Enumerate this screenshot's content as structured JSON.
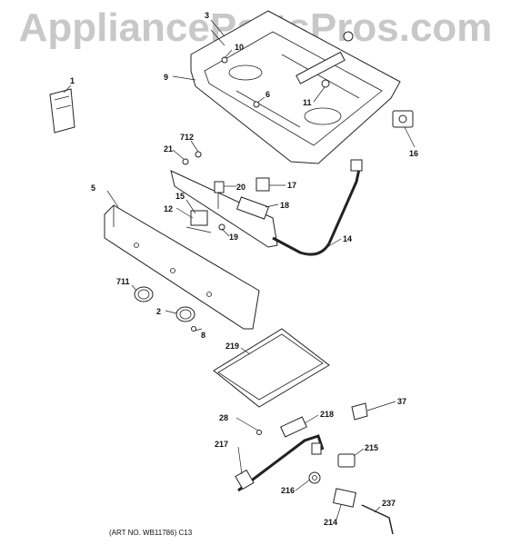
{
  "watermark": "AppliancePartsPros.com",
  "art_number": "(ART NO. WB11786) C13",
  "callouts": {
    "c1": "1",
    "c2": "2",
    "c3": "3",
    "c5": "5",
    "c6": "6",
    "c8": "8",
    "c9": "9",
    "c10": "10",
    "c11": "11",
    "c12": "12",
    "c14": "14",
    "c15": "15",
    "c16": "16",
    "c17": "17",
    "c18": "18",
    "c19": "19",
    "c20": "20",
    "c21": "21",
    "c28": "28",
    "c37": "37",
    "c214": "214",
    "c215": "215",
    "c216": "216",
    "c217": "217",
    "c218": "218",
    "c219": "219",
    "c237": "237",
    "c711": "711",
    "c712": "712"
  }
}
